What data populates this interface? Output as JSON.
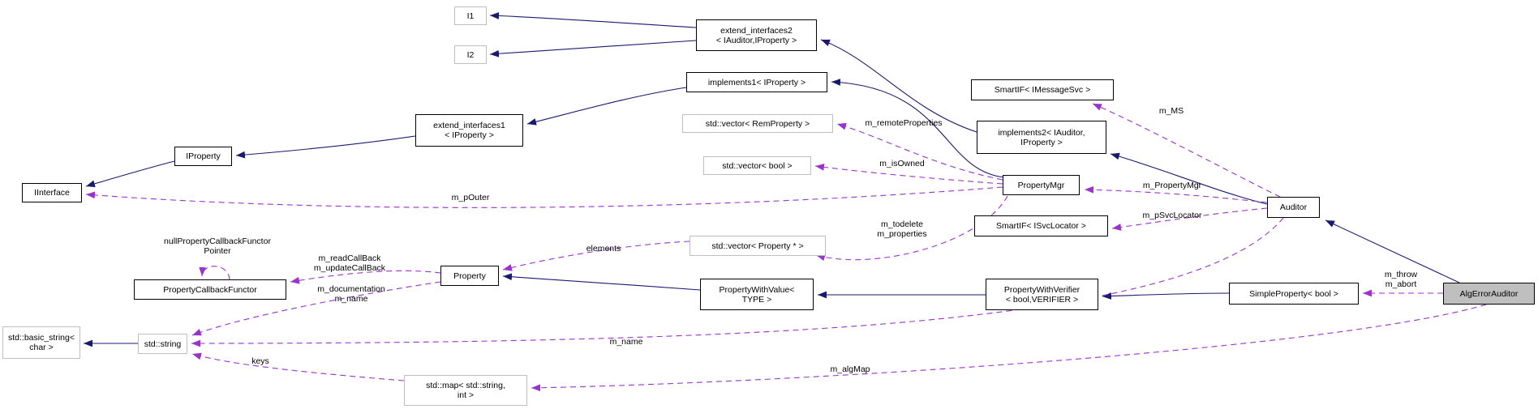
{
  "diagram": {
    "colors": {
      "inheritance_edge": "#191970",
      "usage_edge": "#9a32cd",
      "linked_border": "#000000",
      "unlinked_border": "#bebebe",
      "target_fill": "#bfbfbf",
      "background": "#ffffff"
    },
    "nodes": {
      "i1": {
        "label": "I1"
      },
      "i2": {
        "label": "I2"
      },
      "extend_interfaces2": {
        "label": "extend_interfaces2\n< IAuditor,IProperty >"
      },
      "implements1": {
        "label": "implements1< IProperty >"
      },
      "smartif_imessagesvc": {
        "label": "SmartIF< IMessageSvc >"
      },
      "extend_interfaces1": {
        "label": "extend_interfaces1\n< IProperty >"
      },
      "vector_remproperty": {
        "label": "std::vector< RemProperty >"
      },
      "implements2": {
        "label": "implements2< IAuditor,\nIProperty >"
      },
      "iproperty": {
        "label": "IProperty"
      },
      "vector_bool": {
        "label": "std::vector< bool >"
      },
      "propertymgr": {
        "label": "PropertyMgr"
      },
      "iinterface": {
        "label": "IInterface"
      },
      "smartif_isvclocator": {
        "label": "SmartIF< ISvcLocator >"
      },
      "auditor": {
        "label": "Auditor"
      },
      "vector_property_ptr": {
        "label": "std::vector< Property * >"
      },
      "property": {
        "label": "Property"
      },
      "propertycallbackfunctor": {
        "label": "PropertyCallbackFunctor"
      },
      "propertywithvalue": {
        "label": "PropertyWithValue<\nTYPE >"
      },
      "propertywithverifier": {
        "label": "PropertyWithVerifier\n< bool,VERIFIER >"
      },
      "simpleproperty_bool": {
        "label": "SimpleProperty< bool >"
      },
      "algerrorauditor": {
        "label": "AlgErrorAuditor"
      },
      "basic_string": {
        "label": "std::basic_string<\nchar >"
      },
      "std_string": {
        "label": "std::string"
      },
      "std_map": {
        "label": "std::map< std::string,\nint >"
      }
    },
    "edge_labels": {
      "m_ms": "m_MS",
      "m_remoteproperties": "m_remoteProperties",
      "m_isowned": "m_isOwned",
      "m_propertymgr": "m_PropertyMgr",
      "m_psvclocator": "m_pSvcLocator",
      "m_pouter": "m_pOuter",
      "m_todelete": "m_todelete\nm_properties",
      "elements": "elements",
      "null_functor": "nullPropertyCallbackFunctor\nPointer",
      "callbacks": "m_readCallBack\nm_updateCallBack",
      "doc_name": "m_documentation\nm_name",
      "throw_abort": "m_throw\nm_abort",
      "m_name": "m_name",
      "keys": "keys",
      "m_algmap": "m_algMap"
    }
  }
}
